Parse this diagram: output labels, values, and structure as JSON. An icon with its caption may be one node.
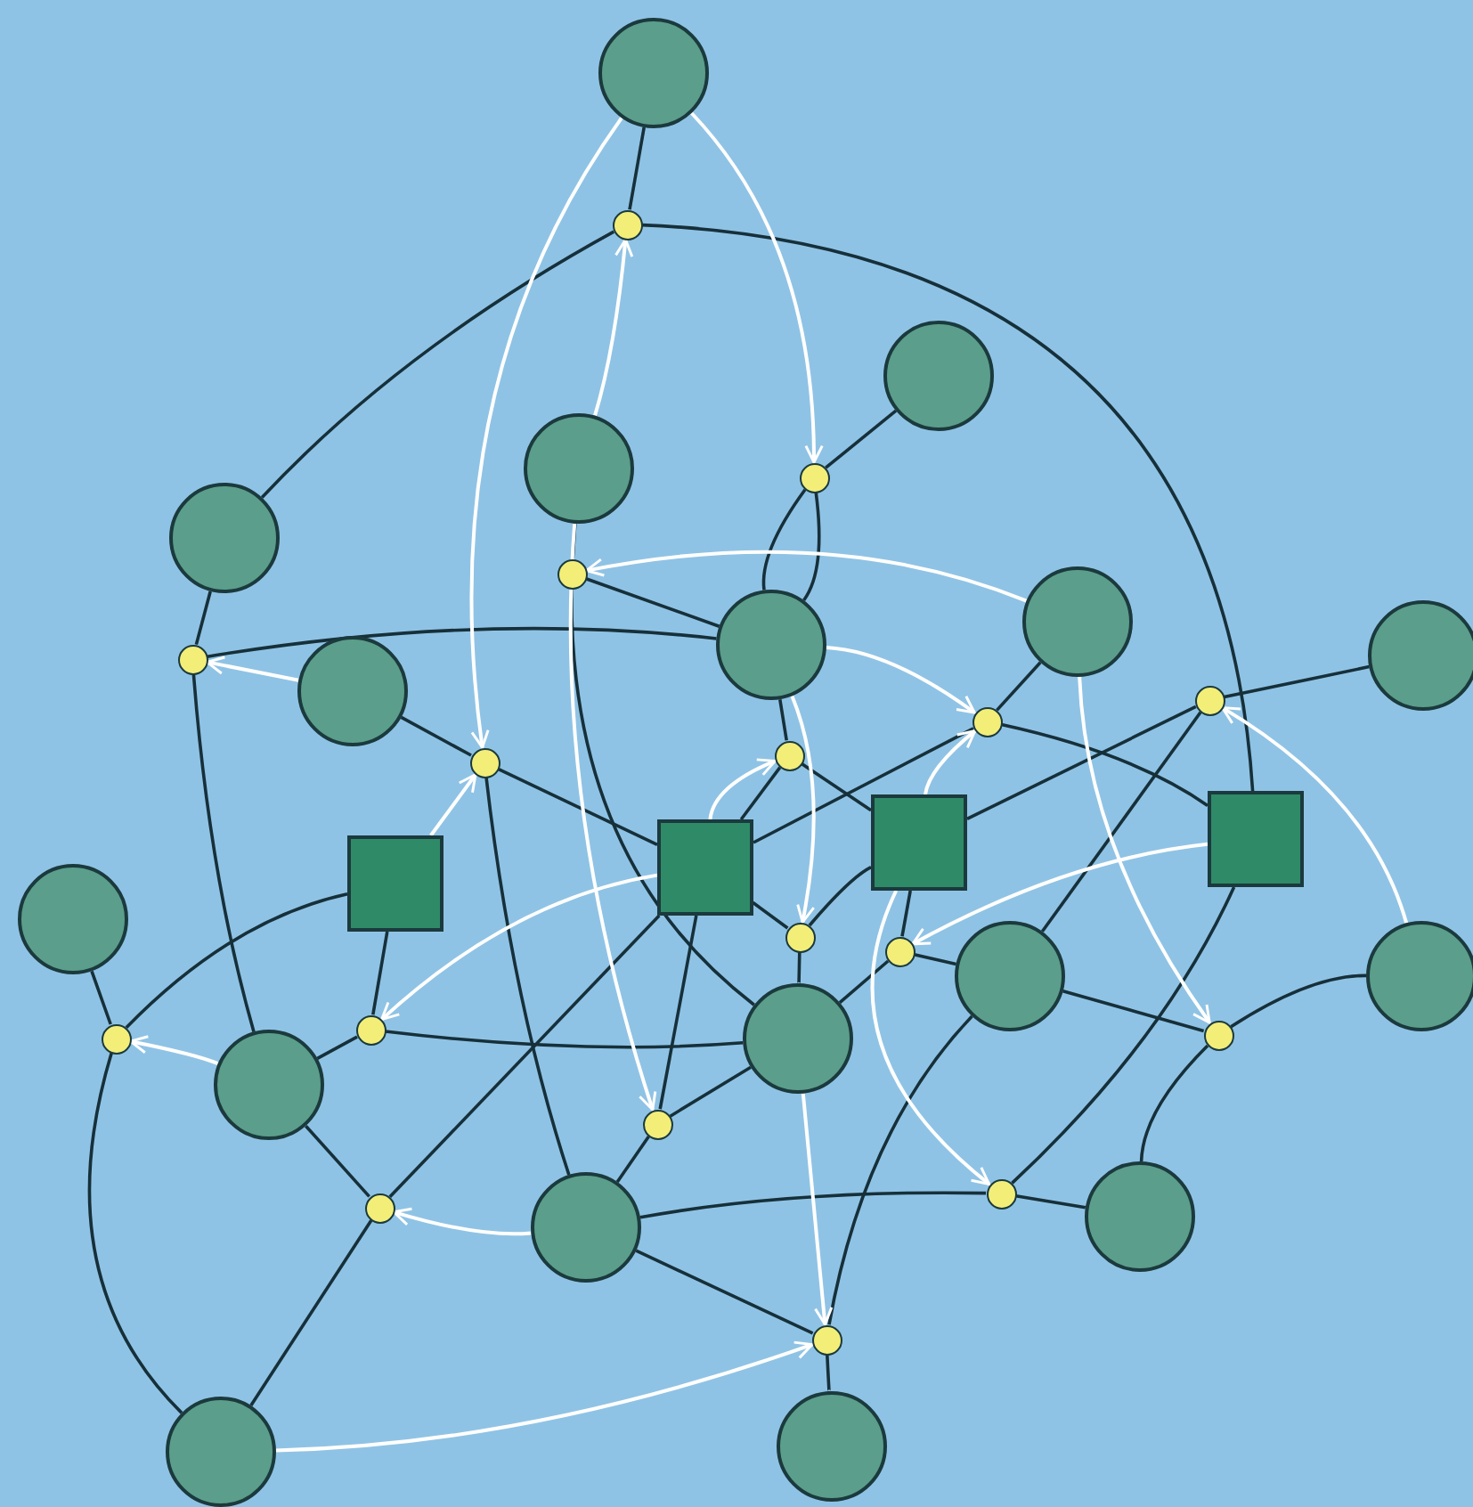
{
  "diagram": {
    "nodes": [
      {
        "text": [],
        "shape": "circle"
      },
      {
        "text": [],
        "shape": "circle"
      },
      {
        "text": [],
        "shape": "circle"
      },
      {
        "text": [],
        "shape": "circle"
      },
      {
        "text": [],
        "shape": "circle"
      },
      {
        "text": [],
        "shape": "circle"
      },
      {
        "text": [],
        "shape": "circle"
      },
      {
        "text": [],
        "shape": "circle"
      },
      {
        "text": [],
        "shape": "circle"
      },
      {
        "text": [],
        "shape": "circle"
      },
      {
        "text": [],
        "shape": "circle"
      },
      {
        "text": [],
        "shape": "circle"
      },
      {
        "text": [],
        "shape": "circle"
      },
      {
        "text": [],
        "shape": "circle"
      },
      {
        "text": [],
        "shape": "circle"
      },
      {
        "text": [],
        "shape": "circle"
      },
      {
        "text": [],
        "shape": "circle"
      },
      {
        "text": [],
        "shape": "box"
      },
      {
        "text": [],
        "shape": "box"
      },
      {
        "text": [],
        "shape": "box"
      },
      {
        "text": [],
        "shape": "box"
      },
      {
        "text": [],
        "shape": "circle"
      },
      {
        "text": [],
        "shape": "circle"
      },
      {
        "text": [],
        "shape": "circle"
      },
      {
        "text": [],
        "shape": "circle"
      },
      {
        "text": [],
        "shape": "circle"
      },
      {
        "text": [],
        "shape": "circle"
      },
      {
        "text": [],
        "shape": "circle"
      },
      {
        "text": [],
        "shape": "circle"
      },
      {
        "text": [],
        "shape": "circle"
      },
      {
        "text": [],
        "shape": "circle"
      },
      {
        "text": [],
        "shape": "circle"
      },
      {
        "text": [],
        "shape": "circle"
      },
      {
        "text": [],
        "shape": "circle"
      },
      {
        "text": [],
        "shape": "circle"
      },
      {
        "text": [],
        "shape": "circle"
      },
      {
        "text": [],
        "shape": "circle"
      },
      {
        "text": [],
        "shape": "circle"
      }
    ],
    "edges": [
      {
        "from": 0,
        "to": 21,
        "arrow": "none"
      },
      {
        "from": 21,
        "to": 3,
        "arrow": "none"
      },
      {
        "from": 21,
        "to": 20,
        "arrow": "none"
      },
      {
        "from": 1,
        "to": 22,
        "arrow": "none"
      },
      {
        "from": 22,
        "to": 4,
        "arrow": "none"
      },
      {
        "from": 22,
        "to": 4,
        "arrow": "none"
      },
      {
        "from": 2,
        "to": 23,
        "arrow": "none"
      },
      {
        "from": 23,
        "to": 4,
        "arrow": "none"
      },
      {
        "from": 23,
        "to": 11,
        "arrow": "none"
      },
      {
        "from": 24,
        "to": 3,
        "arrow": "none"
      },
      {
        "from": 24,
        "to": 4,
        "arrow": "none"
      },
      {
        "from": 24,
        "to": 12,
        "arrow": "none"
      },
      {
        "from": 7,
        "to": 25,
        "arrow": "none"
      },
      {
        "from": 25,
        "to": 18,
        "arrow": "none"
      },
      {
        "from": 25,
        "to": 13,
        "arrow": "none"
      },
      {
        "from": 4,
        "to": 28,
        "arrow": "none"
      },
      {
        "from": 28,
        "to": 18,
        "arrow": "none"
      },
      {
        "from": 28,
        "to": 19,
        "arrow": "none"
      },
      {
        "from": 5,
        "to": 26,
        "arrow": "none"
      },
      {
        "from": 26,
        "to": 18,
        "arrow": "none"
      },
      {
        "from": 26,
        "to": 20,
        "arrow": "none"
      },
      {
        "from": 27,
        "to": 6,
        "arrow": "none"
      },
      {
        "from": 27,
        "to": 19,
        "arrow": "none"
      },
      {
        "from": 27,
        "to": 10,
        "arrow": "none"
      },
      {
        "from": 19,
        "to": 29,
        "arrow": "none"
      },
      {
        "from": 18,
        "to": 29,
        "arrow": "none"
      },
      {
        "from": 29,
        "to": 11,
        "arrow": "none"
      },
      {
        "from": 19,
        "to": 30,
        "arrow": "none"
      },
      {
        "from": 30,
        "to": 10,
        "arrow": "none"
      },
      {
        "from": 30,
        "to": 11,
        "arrow": "none"
      },
      {
        "from": 18,
        "to": 35,
        "arrow": "none"
      },
      {
        "from": 35,
        "to": 15,
        "arrow": "none"
      },
      {
        "from": 18,
        "to": 34,
        "arrow": "none"
      },
      {
        "from": 34,
        "to": 11,
        "arrow": "none"
      },
      {
        "from": 34,
        "to": 13,
        "arrow": "none"
      },
      {
        "from": 32,
        "to": 17,
        "arrow": "none"
      },
      {
        "from": 32,
        "to": 12,
        "arrow": "none"
      },
      {
        "from": 32,
        "to": 11,
        "arrow": "none"
      },
      {
        "from": 17,
        "to": 31,
        "arrow": "none"
      },
      {
        "from": 31,
        "to": 8,
        "arrow": "none"
      },
      {
        "from": 31,
        "to": 15,
        "arrow": "none"
      },
      {
        "from": 12,
        "to": 35,
        "arrow": "none"
      },
      {
        "from": 13,
        "to": 36,
        "arrow": "none"
      },
      {
        "from": 36,
        "to": 14,
        "arrow": "none"
      },
      {
        "from": 36,
        "to": 20,
        "arrow": "none"
      },
      {
        "from": 13,
        "to": 37,
        "arrow": "none"
      },
      {
        "from": 37,
        "to": 16,
        "arrow": "none"
      },
      {
        "from": 37,
        "to": 10,
        "arrow": "none"
      },
      {
        "from": 33,
        "to": 9,
        "arrow": "none"
      },
      {
        "from": 33,
        "to": 10,
        "arrow": "none"
      },
      {
        "from": 33,
        "to": 14,
        "arrow": "none"
      },
      {
        "from": 0,
        "to": 25,
        "arrow": "to",
        "color": "#ffffff"
      },
      {
        "from": 0,
        "to": 22,
        "arrow": "to",
        "color": "#ffffff"
      },
      {
        "from": 2,
        "to": 21,
        "arrow": "to",
        "color": "#ffffff"
      },
      {
        "from": 5,
        "to": 23,
        "arrow": "to",
        "color": "#ffffff"
      },
      {
        "from": 4,
        "to": 26,
        "arrow": "to",
        "color": "#ffffff"
      },
      {
        "from": 7,
        "to": 24,
        "arrow": "to",
        "color": "#ffffff"
      },
      {
        "from": 17,
        "to": 25,
        "arrow": "to",
        "color": "#ffffff"
      },
      {
        "from": 18,
        "to": 28,
        "arrow": "to",
        "color": "#ffffff"
      },
      {
        "from": 19,
        "to": 26,
        "arrow": "to",
        "color": "#ffffff"
      },
      {
        "from": 9,
        "to": 27,
        "arrow": "to",
        "color": "#ffffff"
      },
      {
        "from": 18,
        "to": 32,
        "arrow": "to",
        "color": "#ffffff"
      },
      {
        "from": 20,
        "to": 30,
        "arrow": "to",
        "color": "#ffffff"
      },
      {
        "from": 4,
        "to": 29,
        "arrow": "to",
        "color": "#ffffff"
      },
      {
        "from": 12,
        "to": 31,
        "arrow": "to",
        "color": "#ffffff"
      },
      {
        "from": 13,
        "to": 35,
        "arrow": "to",
        "color": "#ffffff"
      },
      {
        "from": 15,
        "to": 37,
        "arrow": "to",
        "color": "#ffffff"
      },
      {
        "from": 11,
        "to": 37,
        "arrow": "to",
        "color": "#ffffff"
      },
      {
        "from": 2,
        "to": 34,
        "arrow": "to",
        "color": "#ffffff"
      },
      {
        "from": 19,
        "to": 36,
        "arrow": "to",
        "color": "#ffffff"
      },
      {
        "from": 5,
        "to": 33,
        "arrow": "to",
        "color": "#ffffff"
      }
    ]
  }
}
